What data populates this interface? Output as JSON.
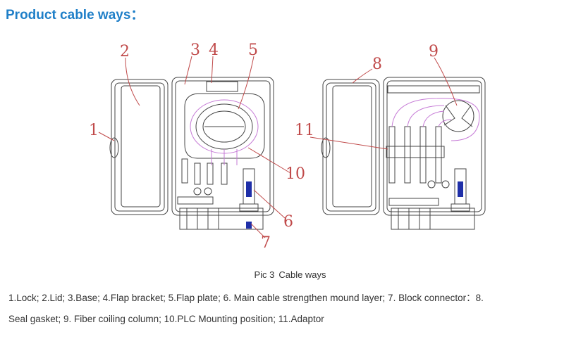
{
  "heading": "Product cable ways：",
  "figure": {
    "left_callouts": [
      "2",
      "3",
      "4",
      "5",
      "1",
      "10",
      "6",
      "7"
    ],
    "right_callouts": [
      "8",
      "9",
      "11"
    ]
  },
  "caption": {
    "label": "Pic 3",
    "text": "Cable ways"
  },
  "legend": {
    "line1": "1.Lock; 2.Lid; 3.Base; 4.Flap bracket; 5.Flap plate; 6. Main cable strengthen mound layer; 7. Block connector：8.",
    "line2": "Seal gasket; 9. Fiber coiling column; 10.PLC Mounting position; 11.Adaptor"
  },
  "colors": {
    "heading": "#1f7fc8",
    "callout": "#c04a4a",
    "fiber": "#c67bd6",
    "block": "#1f2fa8"
  }
}
